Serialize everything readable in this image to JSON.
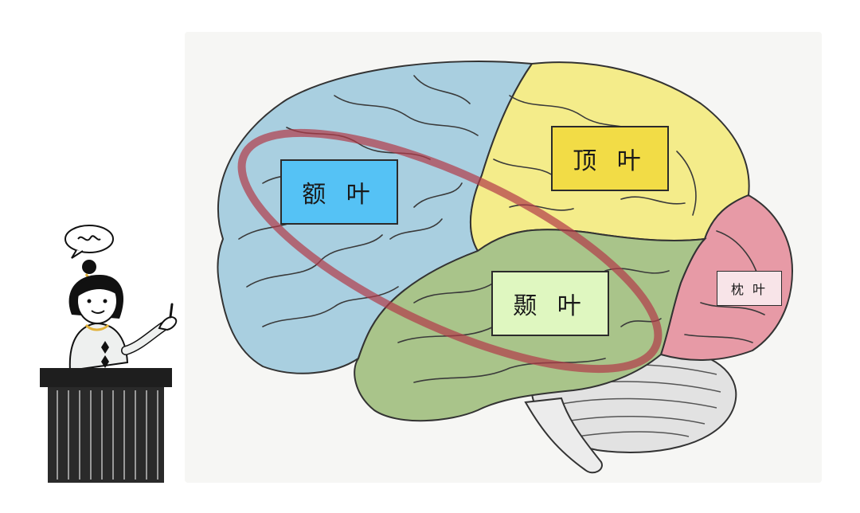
{
  "lobes": [
    {
      "id": "frontal",
      "label": "额 叶",
      "color": "#55c2f5"
    },
    {
      "id": "parietal",
      "label": "顶 叶",
      "color": "#f2dc46"
    },
    {
      "id": "temporal",
      "label": "颞 叶",
      "color": "#dff7c0"
    },
    {
      "id": "occipital",
      "label": "枕 叶",
      "color": "#f8e4e8"
    }
  ],
  "region_colors": {
    "frontal": "#a9cfe0",
    "parietal": "#f4ec8a",
    "temporal": "#a9c48a",
    "occipital": "#e79aa6",
    "cerebellum": "#dedede",
    "highlight_ring": "#b23a48"
  },
  "presenter": {
    "speech_bubble_icon": "speech-bubble-icon",
    "podium_icon": "podium-icon"
  }
}
